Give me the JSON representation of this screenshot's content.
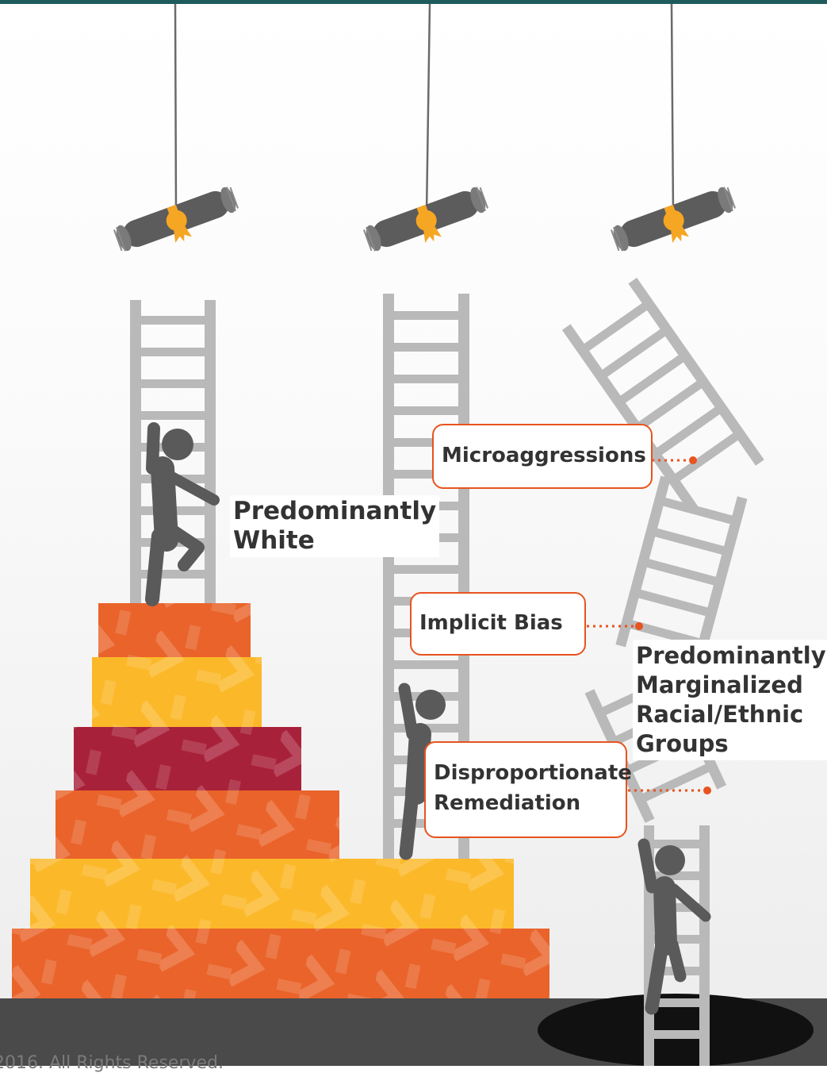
{
  "labels": {
    "advantaged_group": [
      "Predominantly",
      "White"
    ],
    "marginalized_group": [
      "Predominantly",
      "Marginalized",
      "Racial/Ethnic",
      "Groups"
    ]
  },
  "barriers": {
    "microaggressions": "Microaggressions",
    "implicit_bias": "Implicit Bias",
    "remediation": [
      "Disproportionate",
      "Remediation"
    ]
  },
  "footer": {
    "copyright": "2016. All Rights Reserved."
  },
  "colors": {
    "top_bar": "#1e5b5a",
    "ladder": "#b9b9b9",
    "figure": "#5a5a5a",
    "diploma": "#5c5c5c",
    "seal": "#f5a623",
    "callout_border": "#e8531f",
    "ground": "#4a4a4a",
    "hole": "#111111",
    "block_orange": "#e9632a",
    "block_yellow": "#fbb829",
    "block_red": "#a8213a"
  },
  "icons": [
    "diploma-icon",
    "ladder-icon",
    "person-climbing-icon",
    "hole-icon"
  ]
}
